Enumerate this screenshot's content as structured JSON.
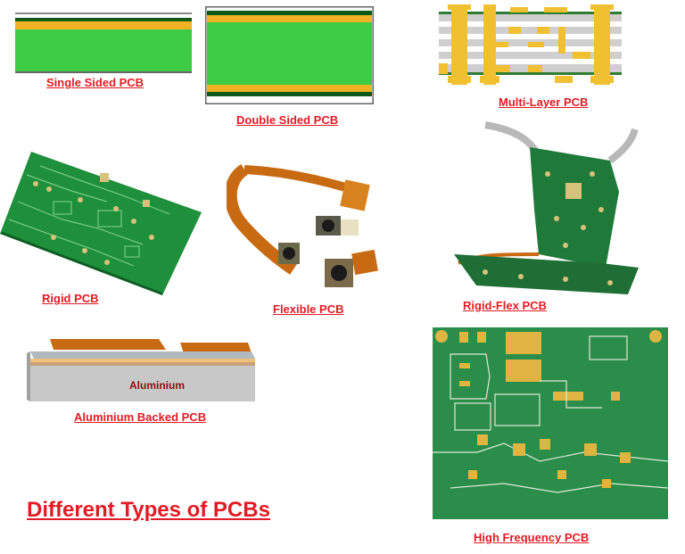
{
  "captions": {
    "single": "Single Sided PCB",
    "double": "Double Sided PCB",
    "multi": "Multi-Layer PCB",
    "rigid": "Rigid PCB",
    "flexible": "Flexible PCB",
    "rigidflex": "Rigid-Flex PCB",
    "aluminium_backed": "Aluminium Backed PCB",
    "highfreq": "High Frequency PCB"
  },
  "aluminium_label": "Aluminium",
  "title": "Different Types of PCBs",
  "colors": {
    "caption_red": "#e21b24",
    "substrate_green": "#3ecb46",
    "copper_gold": "#f0b323",
    "dark_green": "#0d5a16",
    "board_green": "#1e8f3a",
    "copper_orange": "#c86a12"
  }
}
